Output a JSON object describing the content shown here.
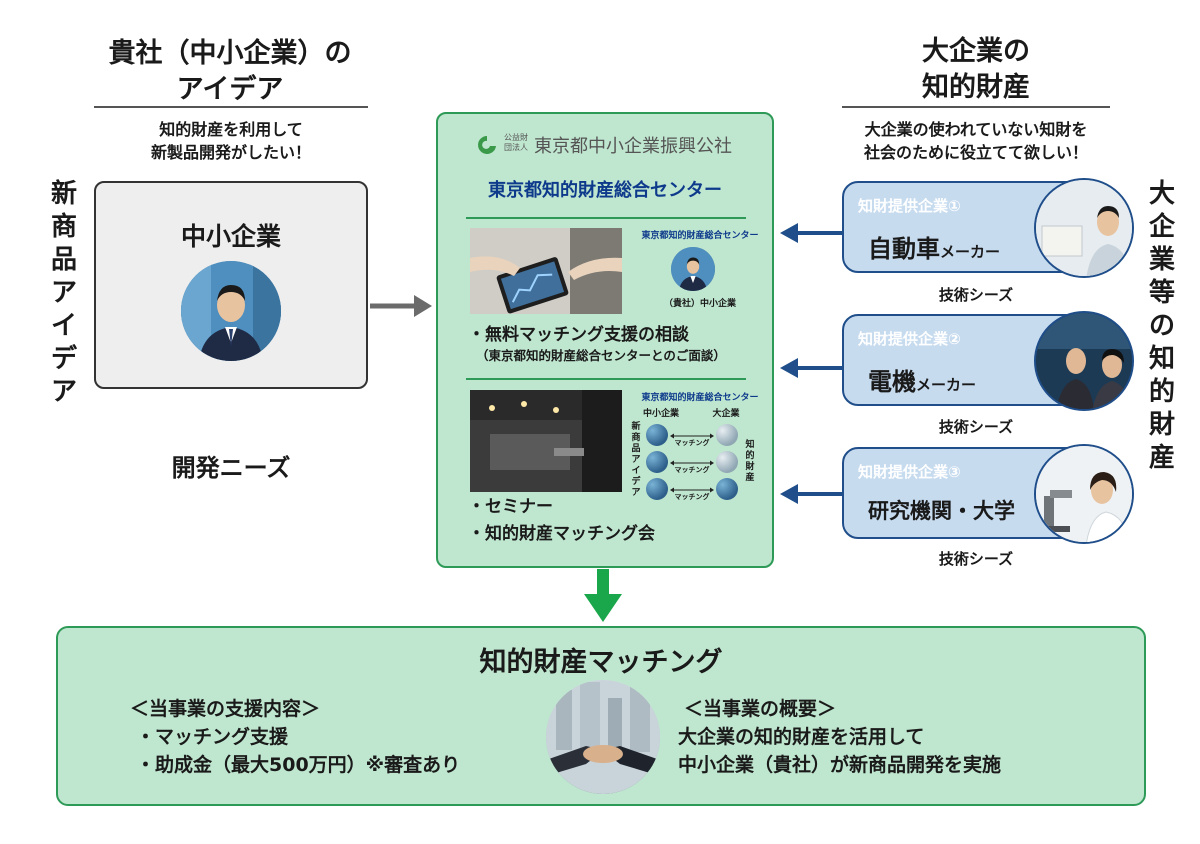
{
  "left": {
    "title_line1": "貴社（中小企業）の",
    "title_line2": "アイデア",
    "subtitle_line1": "知的財産を利用して",
    "subtitle_line2": "新製品開発がしたい！",
    "vertical_text": "新商品アイデア",
    "box_label": "中小企業",
    "needs_label": "開発ニーズ"
  },
  "center": {
    "org_small": "公益財団法人",
    "org_name": "東京都中小企業振興公社",
    "title": "東京都知的財産総合センター",
    "mini_center_label": "東京都知的財産総合センター",
    "mini_caption": "（貴社）中小企業",
    "consult_title": "・無料マッチング支援の相談",
    "consult_sub": "（東京都知的財産総合センターとのご面談）",
    "mini_sme": "中小企業",
    "mini_large": "大企業",
    "mini_idea_vertical": "新商品アイデア",
    "mini_ip_vertical": "知的財産",
    "mini_matching": "マッチング",
    "seminar_line1": "・セミナー",
    "seminar_line2": "・知的財産マッチング会"
  },
  "right": {
    "title_line1": "大企業の",
    "title_line2": "知的財産",
    "subtitle_line1": "大企業の使われていない知財を",
    "subtitle_line2": "社会のために役立てて欲しい！",
    "vertical_text": "大企業等の知的財産",
    "companies": [
      {
        "tag": "知財提供企業①",
        "name_main": "自動車",
        "name_suffix": "メーカー",
        "seeds": "技術シーズ"
      },
      {
        "tag": "知財提供企業②",
        "name_main": "電機",
        "name_suffix": "メーカー",
        "seeds": "技術シーズ"
      },
      {
        "tag": "知財提供企業③",
        "name_main": "研究機関・大学",
        "name_suffix": "",
        "seeds": "技術シーズ"
      }
    ]
  },
  "bottom": {
    "title": "知的財産マッチング",
    "support_head": "＜当事業の支援内容＞",
    "support_1": "・マッチング支援",
    "support_2": "・助成金（最大500万円）※審査あり",
    "overview_head": "＜当事業の概要＞",
    "overview_1": "大企業の知的財産を活用して",
    "overview_2": "中小企業（貴社）が新商品開発を実施"
  },
  "colors": {
    "green_fill": "#bfe6cf",
    "green_border": "#2e9a58",
    "blue_fill": "#c7dbef",
    "blue_border": "#1f4e8a",
    "title_blue": "#0e3a8c",
    "gray_box": "#eeeeee"
  }
}
